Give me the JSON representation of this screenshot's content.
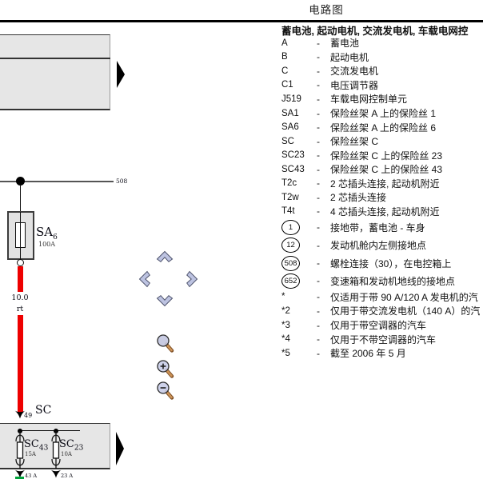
{
  "title": "电路图",
  "legend": {
    "header": "蓄电池, 起动电机, 交流发电机, 车载电网控",
    "separator": "-",
    "rows": [
      {
        "code": "A",
        "desc": "蓄电池"
      },
      {
        "code": "B",
        "desc": "起动电机"
      },
      {
        "code": "C",
        "desc": "交流发电机"
      },
      {
        "code": "C1",
        "desc": "电压调节器"
      },
      {
        "code": "J519",
        "desc": "车载电网控制单元"
      },
      {
        "code": "SA1",
        "desc": "保险丝架 A 上的保险丝 1"
      },
      {
        "code": "SA6",
        "desc": "保险丝架 A 上的保险丝 6"
      },
      {
        "code": "SC",
        "desc": "保险丝架 C"
      },
      {
        "code": "SC23",
        "desc": "保险丝架 C 上的保险丝 23"
      },
      {
        "code": "SC43",
        "desc": "保险丝架 C 上的保险丝 43"
      },
      {
        "code": "T2c",
        "desc": "2 芯插头连接, 起动机附近"
      },
      {
        "code": "T2w",
        "desc": "2 芯插头连接"
      },
      {
        "code": "T4t",
        "desc": "4 芯插头连接, 起动机附近"
      },
      {
        "code": "1",
        "desc": "接地带，蓄电池 - 车身",
        "circled": true
      },
      {
        "code": "12",
        "desc": "发动机舱内左侧接地点",
        "circled": true
      },
      {
        "code": "508",
        "desc": "螺栓连接（30），在电控箱上",
        "circled": true
      },
      {
        "code": "652",
        "desc": "变速箱和发动机地线的接地点",
        "circled": true
      },
      {
        "code": "*",
        "desc": "仅适用于带 90 A/120 A 发电机的汽"
      },
      {
        "code": "*2",
        "desc": "仅用于带交流发电机（140 A）的汽"
      },
      {
        "code": "*3",
        "desc": "仅用于带空调器的汽车"
      },
      {
        "code": "*4",
        "desc": "仅用于不带空调器的汽车"
      },
      {
        "code": "*5",
        "desc": "截至 2006 年 5 月"
      }
    ]
  },
  "diagram": {
    "bolt_label": "508",
    "fuse_sa6": {
      "main": "SA",
      "sub": "6",
      "rating": "100A"
    },
    "wire": {
      "gauge": "10.0",
      "color_code": "rt"
    },
    "sc_terminal": "49",
    "sc_label": "SC",
    "fuse_sc43": {
      "main": "SC",
      "sub": "43",
      "rating": "15A"
    },
    "fuse_sc23": {
      "main": "SC",
      "sub": "23",
      "rating": "10A"
    },
    "exit_left": "43 A",
    "exit_right": "23 A",
    "colors": {
      "wire_red": "#ee0000",
      "bus_band_fill": "#e6e6e6",
      "bus_band_border": "#333333",
      "green_mark": "#00a33b",
      "nav_chevron_fill": "#bdc3e1",
      "magnifier_handle": "#cc9357"
    }
  },
  "controls": {
    "pan_icons": [
      "chevron-up-icon",
      "chevron-left-icon",
      "chevron-right-icon",
      "chevron-down-icon"
    ],
    "zoom_icons": [
      "magnifier-icon",
      "magnifier-plus-icon",
      "magnifier-minus-icon"
    ]
  }
}
